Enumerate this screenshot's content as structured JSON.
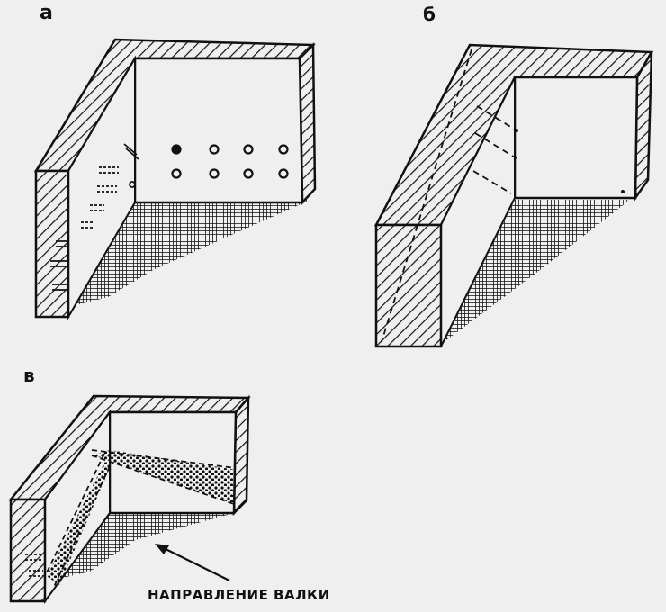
{
  "figure": {
    "labels": {
      "a": "а",
      "b": "б",
      "v": "в"
    },
    "caption": "НАПРАВЛЕНИЕ ВАЛКИ"
  },
  "colors": {
    "ink": "#111111",
    "paper": "#efefef"
  }
}
